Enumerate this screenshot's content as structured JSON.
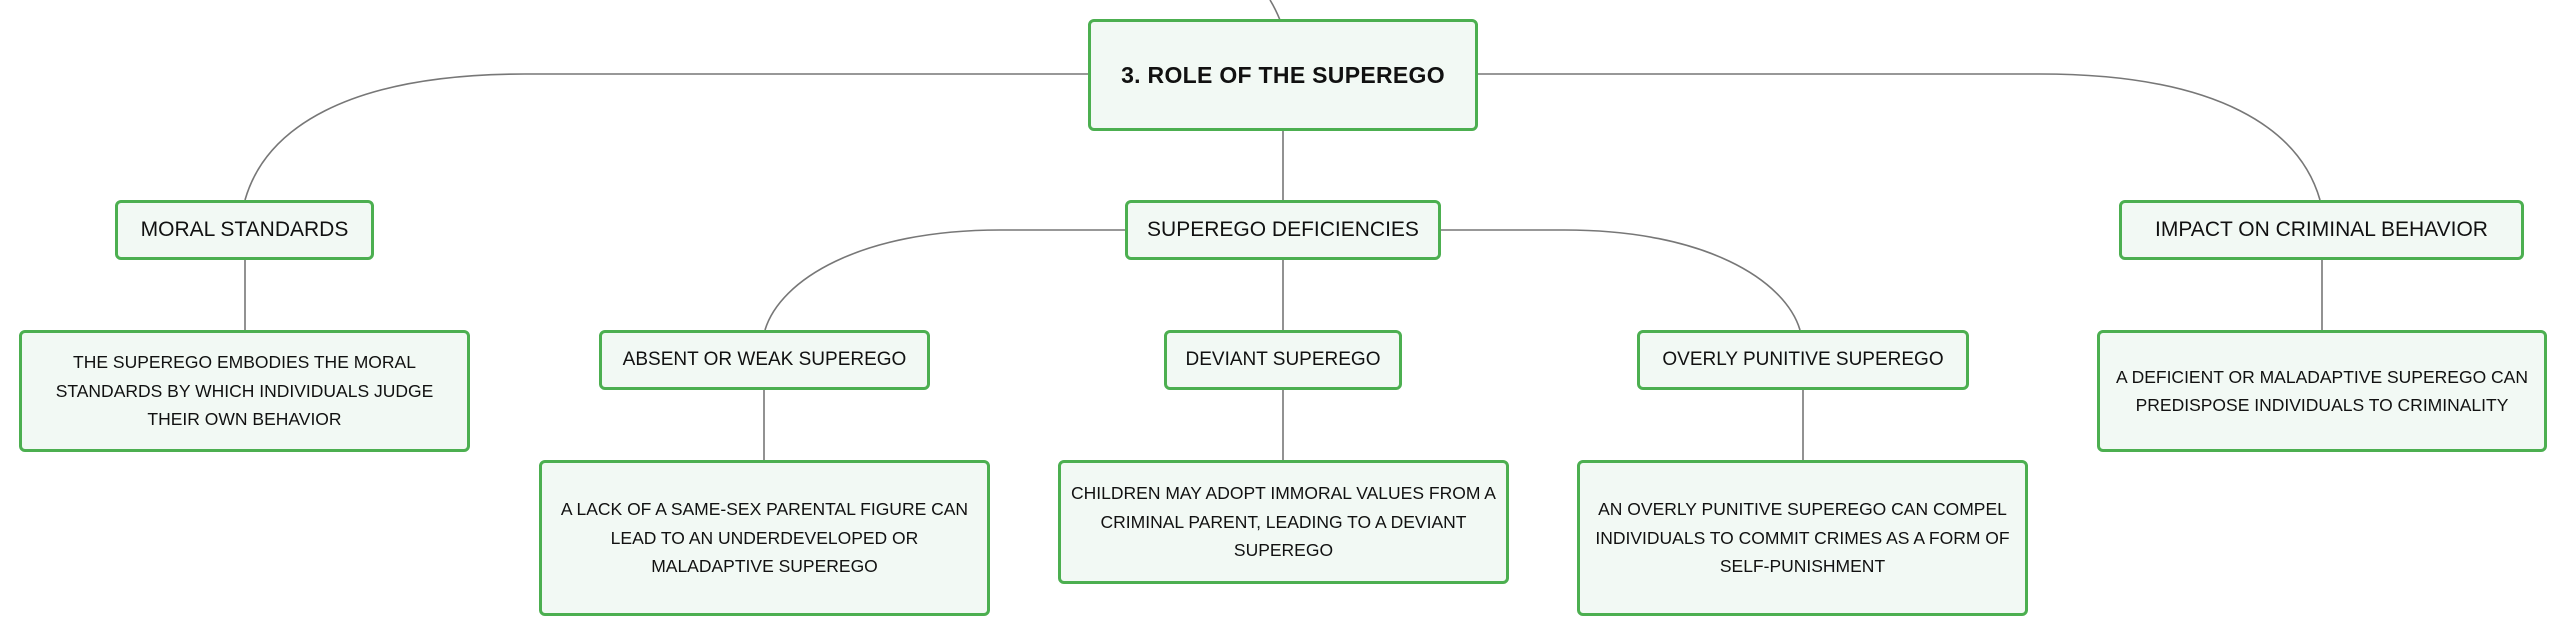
{
  "colors": {
    "node_border": "#4caf50",
    "node_fill": "#f2f9f4",
    "connector": "#777777",
    "text": "#111111"
  },
  "root": {
    "label": "3. ROLE OF THE SUPEREGO"
  },
  "branches": {
    "moral_standards": {
      "label": "MORAL STANDARDS",
      "detail": "THE SUPEREGO EMBODIES THE MORAL STANDARDS BY WHICH INDIVIDUALS JUDGE THEIR OWN BEHAVIOR"
    },
    "superego_deficiencies": {
      "label": "SUPEREGO DEFICIENCIES",
      "children": {
        "absent_or_weak": {
          "label": "ABSENT OR WEAK SUPEREGO",
          "detail": "A LACK OF A SAME-SEX PARENTAL FIGURE CAN LEAD TO AN UNDERDEVELOPED OR MALADAPTIVE SUPEREGO"
        },
        "deviant": {
          "label": "DEVIANT SUPEREGO",
          "detail": "CHILDREN MAY ADOPT IMMORAL VALUES FROM A CRIMINAL PARENT, LEADING TO A DEVIANT SUPEREGO"
        },
        "overly_punitive": {
          "label": "OVERLY PUNITIVE SUPEREGO",
          "detail": "AN OVERLY PUNITIVE SUPEREGO CAN COMPEL INDIVIDUALS TO COMMIT CRIMES AS A FORM OF SELF-PUNISHMENT"
        }
      }
    },
    "impact_on_criminal_behavior": {
      "label": "IMPACT ON CRIMINAL BEHAVIOR",
      "detail": "A DEFICIENT OR MALADAPTIVE SUPEREGO CAN PREDISPOSE INDIVIDUALS TO CRIMINALITY"
    }
  }
}
